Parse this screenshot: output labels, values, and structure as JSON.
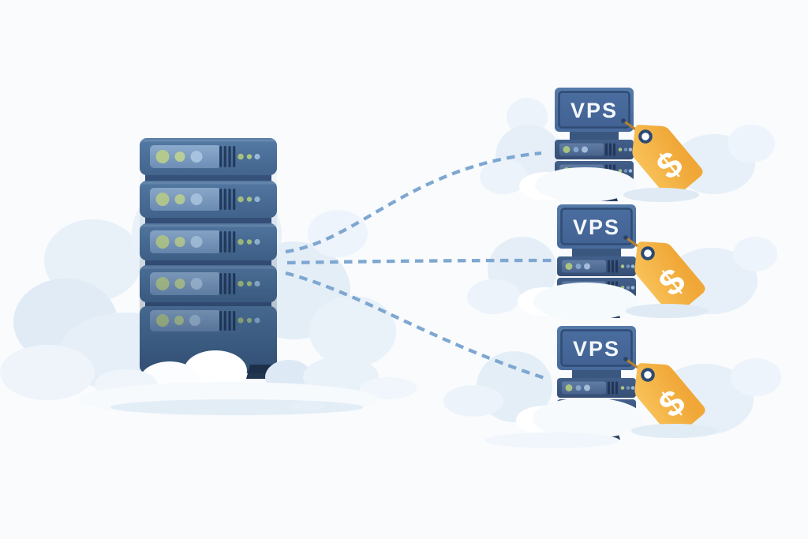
{
  "illustration": {
    "background_color": "#f9fbfd",
    "main_server": {
      "rack_unit_count": 5,
      "body_color": "#4d6f9d",
      "panel_color": "#83a1c6",
      "led_colors": [
        "#b6cc90",
        "#bad098",
        "#a9c5e1"
      ]
    },
    "vps_instances": [
      {
        "label": "VPS",
        "tag_symbol": "$"
      },
      {
        "label": "VPS",
        "tag_symbol": "$"
      },
      {
        "label": "VPS",
        "tag_symbol": "$"
      }
    ],
    "price_tag": {
      "color": "#f5b542",
      "string_color": "#b5812f",
      "symbol_color": "#ffffff"
    },
    "connections": {
      "count": 3,
      "style": "dashed",
      "color": "#7ea7d1"
    },
    "clouds_color": "#e6eff8"
  }
}
